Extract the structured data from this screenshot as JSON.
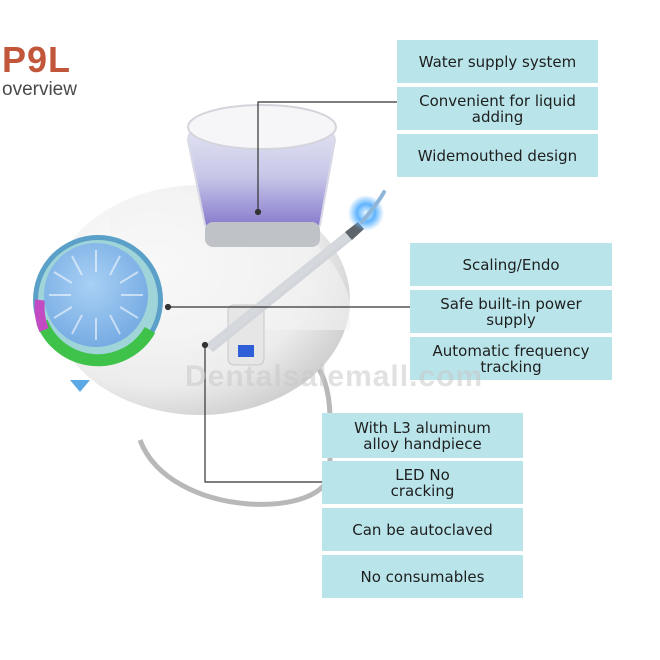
{
  "header": {
    "title": "P9L",
    "subtitle": "overview"
  },
  "water_group": [
    "Water supply system",
    "Convenient for liquid adding",
    "Widemouthed design"
  ],
  "function_group": [
    "Scaling/Endo",
    "Safe built-in power supply",
    "Automatic frequency tracking"
  ],
  "handpiece_group": [
    "With L3 aluminum alloy handpiece",
    "LED No cracking",
    "Can be autoclaved",
    "No consumables"
  ],
  "watermark": "Dentalsalemall.com",
  "colors": {
    "box": "#b9e5ea",
    "title": "#c2563a",
    "dial": "#7fb3e8",
    "led": "#4aa3ff"
  }
}
